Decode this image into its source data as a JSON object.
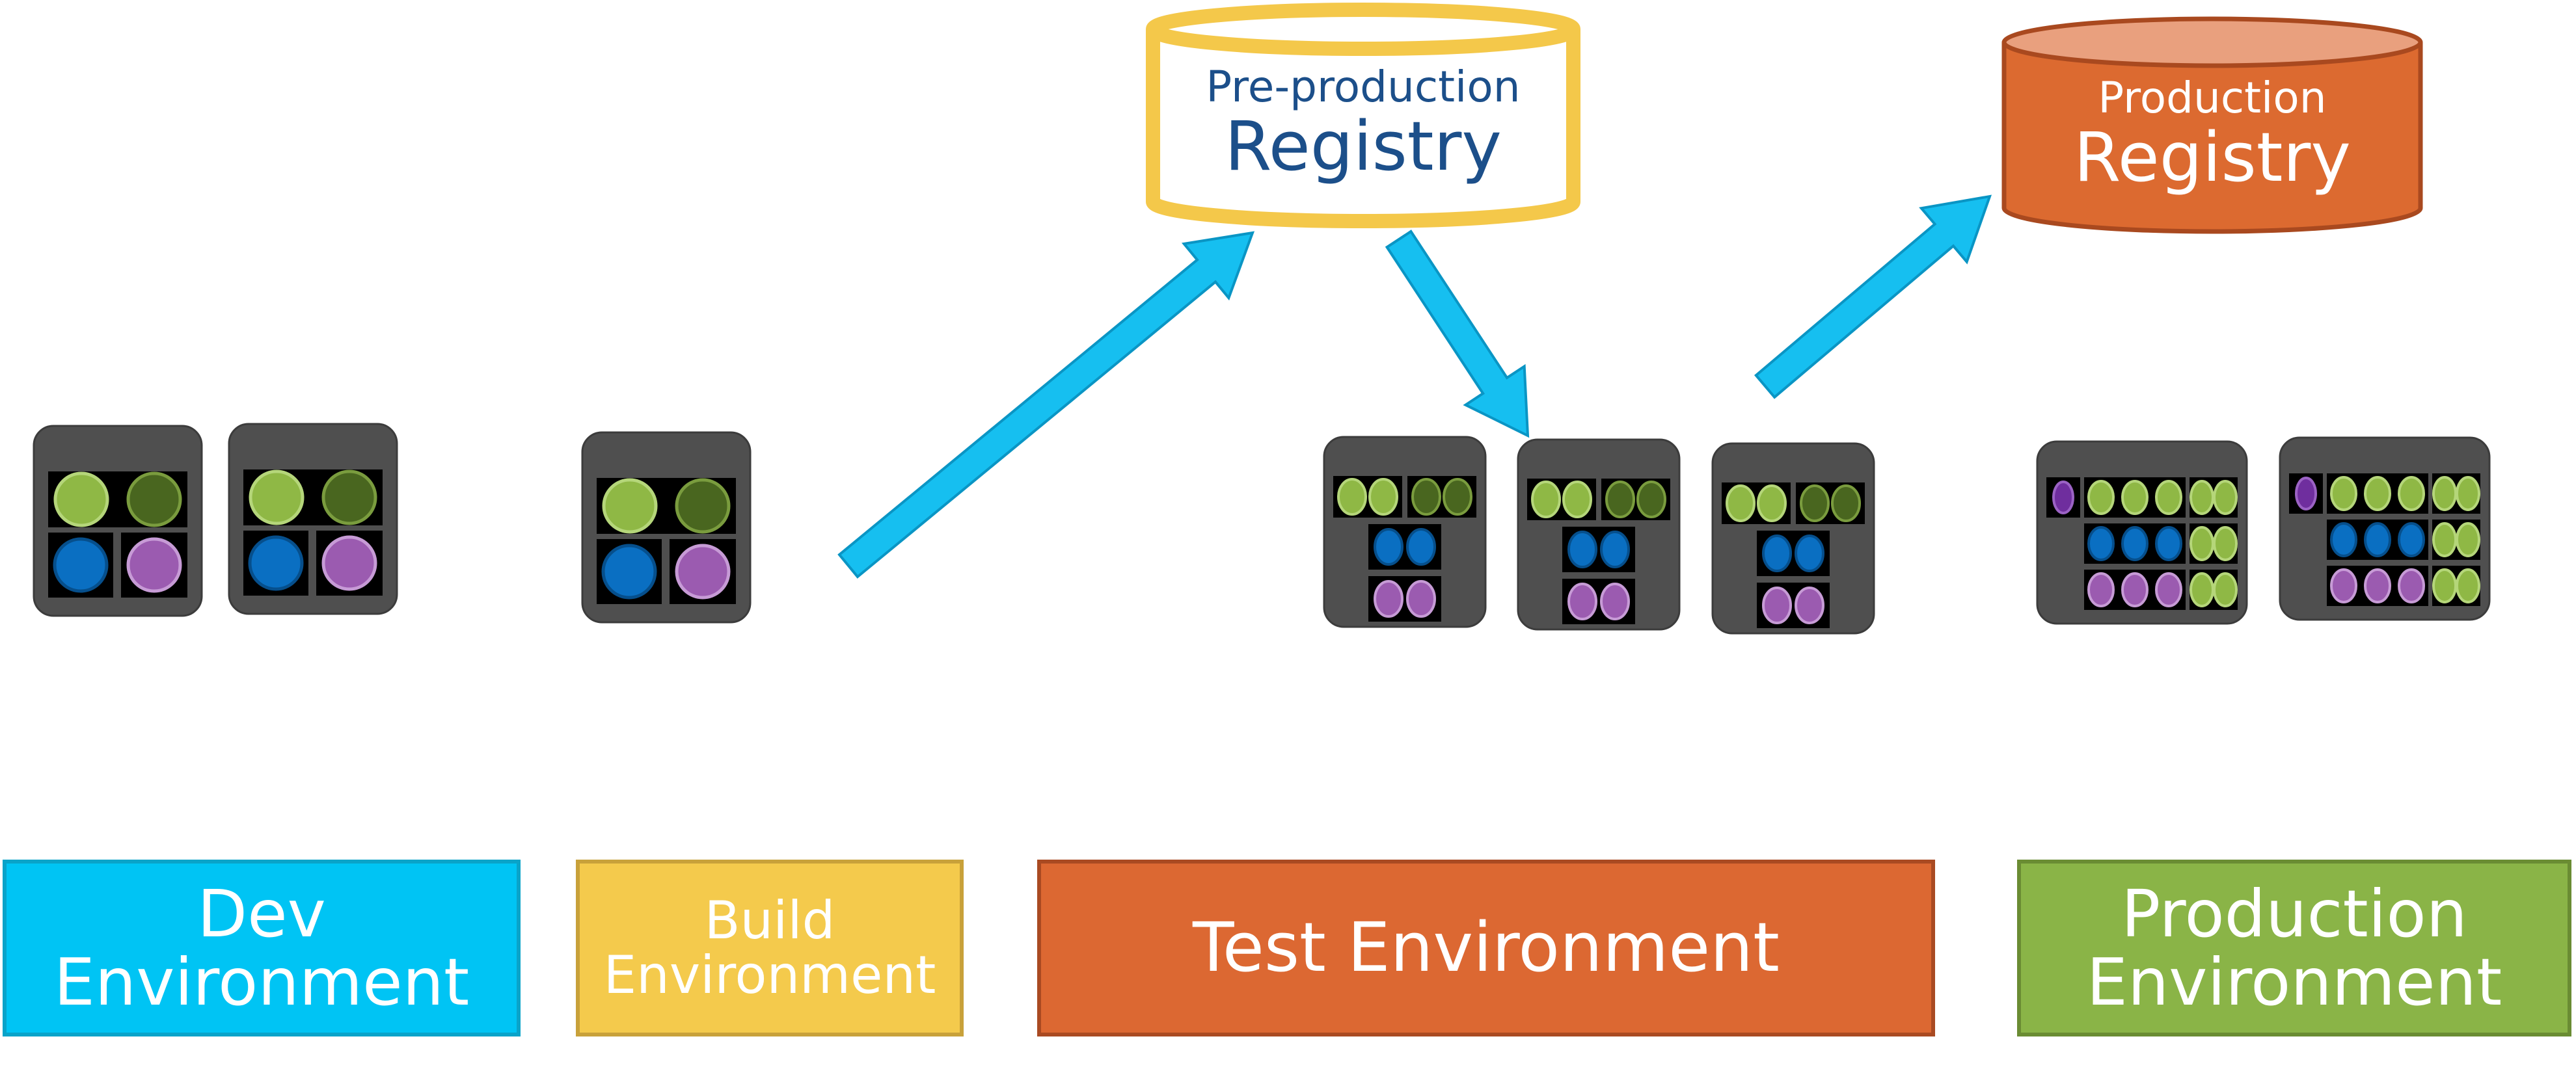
{
  "registries": {
    "preprod": {
      "line1": "Pre-production",
      "line2": "Registry"
    },
    "prod": {
      "line1": "Production",
      "line2": "Registry"
    }
  },
  "environments": {
    "dev": {
      "line1": "Dev",
      "line2": "Environment"
    },
    "build": {
      "line1": "Build",
      "line2": "Environment"
    },
    "test": {
      "line1": "Test Environment"
    },
    "prod": {
      "line1": "Production",
      "line2": "Environment"
    }
  },
  "colors": {
    "dev": "#00c4f4",
    "build": "#f4ca4c",
    "test": "#dc6832",
    "production": "#8ab447",
    "arrow": "#16bff0",
    "pod": "#4f4f4f",
    "green": "#8fb845",
    "dark_green": "#49661f",
    "blue": "#0a6fc2",
    "purple": "#9b5bb0",
    "violet": "#6f2e9e"
  }
}
